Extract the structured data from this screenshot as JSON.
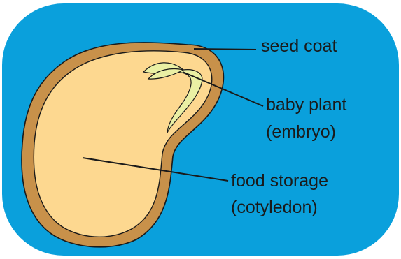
{
  "diagram": {
    "labels": {
      "seed_coat": "seed coat",
      "embryo_line1": "baby plant",
      "embryo_line2": "(embryo)",
      "cotyledon_line1": "food storage",
      "cotyledon_line2": "(cotyledon)"
    },
    "colors": {
      "background": "#0aa0dc",
      "seed_coat": "#c8914a",
      "food_storage": "#fdd890",
      "embryo": "#eaf0a4",
      "outline": "#1a1a1a",
      "text": "#1a1a1a"
    }
  }
}
